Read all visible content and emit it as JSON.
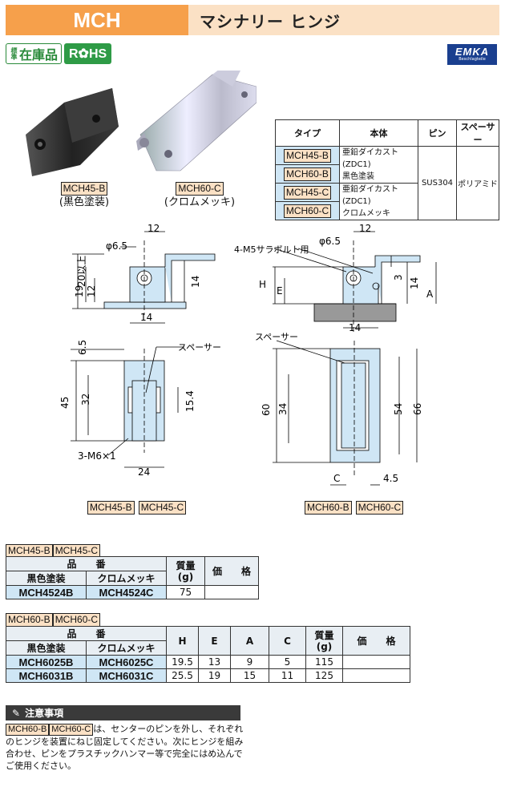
{
  "header": {
    "code": "MCH",
    "title": "マシナリー ヒンジ"
  },
  "badges": {
    "standard_small": "標準",
    "standard_big": "在庫品",
    "rohs": "R✿HS"
  },
  "brand": {
    "logo": "EMKA",
    "sub": "Beschlagteile"
  },
  "photos": [
    {
      "model": "MCH45-B",
      "finish": "(黒色塗装)"
    },
    {
      "model": "MCH60-C",
      "finish": "(クロムメッキ)"
    }
  ],
  "spec_table": {
    "headers": [
      "タイプ",
      "本体",
      "ピン",
      "スペーサー"
    ],
    "types": [
      "MCH45-B",
      "MCH60-B",
      "MCH45-C",
      "MCH60-C"
    ],
    "body_black": [
      "亜鉛ダイカスト(ZDC1)",
      "黒色塗装"
    ],
    "body_chrome": [
      "亜鉛ダイカスト(ZDC1)",
      "クロムメッキ"
    ],
    "pin": "SUS304",
    "spacer": "ポリアミド"
  },
  "drawings": {
    "left_top": {
      "d1": "12",
      "d2": "φ6.5",
      "d3": "20以上",
      "d4": "19",
      "d5": "12",
      "d6": "14",
      "d7": "14"
    },
    "right_top": {
      "bolt": "4-M5サラボルト用",
      "d1": "φ6.5",
      "d2": "12",
      "d3": "H",
      "d4": "E",
      "d5": "3",
      "d6": "14",
      "d7": "A",
      "d8": "14"
    },
    "left_bottom": {
      "d1": "6.5",
      "spacer": "スペーサー",
      "d2": "45",
      "d3": "32",
      "d4": "15.4",
      "d5": "3-M6×1",
      "d6": "24"
    },
    "right_bottom": {
      "spacer": "スペーサー",
      "d1": "60",
      "d2": "34",
      "d3": "54",
      "d4": "66",
      "d5": "C",
      "d6": "4.5"
    },
    "labels_left": [
      "MCH45-B",
      "MCH45-C"
    ],
    "labels_right": [
      "MCH60-B",
      "MCH60-C"
    ]
  },
  "table45": {
    "tags": [
      "MCH45-B",
      "MCH45-C"
    ],
    "h_hinban": "品　　番",
    "h_black": "黒色塗装",
    "h_chrome": "クロムメッキ",
    "h_mass": "質量",
    "h_mass_unit": "(g)",
    "h_price": "価　　格",
    "rows": [
      {
        "black": "MCH4524B",
        "chrome": "MCH4524C",
        "mass": "75",
        "price": ""
      }
    ]
  },
  "table60": {
    "tags": [
      "MCH60-B",
      "MCH60-C"
    ],
    "h_hinban": "品　　番",
    "h_black": "黒色塗装",
    "h_chrome": "クロムメッキ",
    "h_H": "H",
    "h_E": "E",
    "h_A": "A",
    "h_C": "C",
    "h_mass": "質量",
    "h_mass_unit": "(g)",
    "h_price": "価　　格",
    "rows": [
      {
        "black": "MCH6025B",
        "chrome": "MCH6025C",
        "H": "19.5",
        "E": "13",
        "A": "9",
        "C": "5",
        "mass": "115",
        "price": ""
      },
      {
        "black": "MCH6031B",
        "chrome": "MCH6031C",
        "H": "25.5",
        "E": "19",
        "A": "15",
        "C": "11",
        "mass": "125",
        "price": ""
      }
    ]
  },
  "caution": {
    "title": "注意事項",
    "tags": [
      "MCH60-B",
      "MCH60-C"
    ],
    "line1": "は、センターのピンを外し、それぞれ",
    "line2": "のヒンジを装置にねじ固定してください。次にヒンジを組み",
    "line3": "合わせ、ピンをプラスチックハンマー等で完全にはめ込んで",
    "line4": "ご使用ください。"
  }
}
